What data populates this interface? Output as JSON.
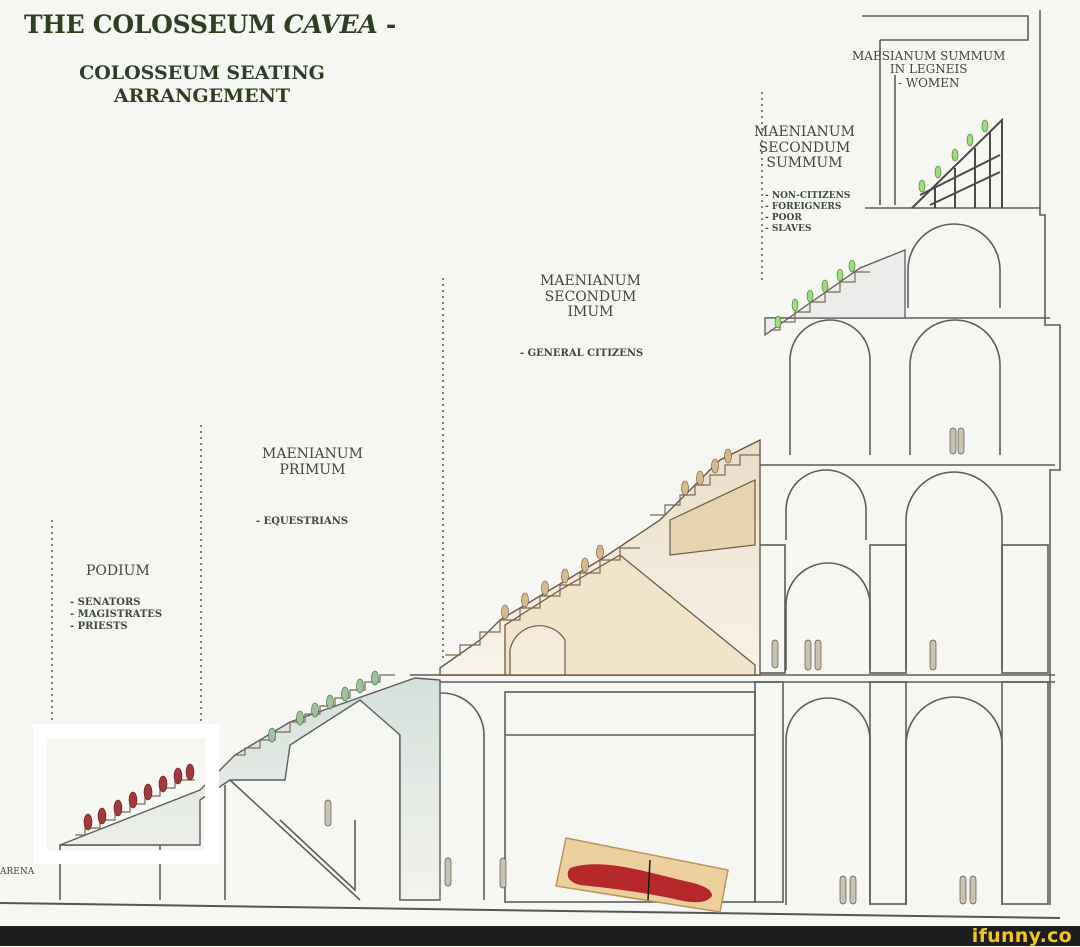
{
  "title": {
    "main": "THE COLOSSEUM ",
    "italic": "CAVEA",
    "dash": " -"
  },
  "subtitle": {
    "line1": "COLOSSEUM SEATING",
    "line2": "ARRANGEMENT"
  },
  "podium": {
    "title": "PODIUM",
    "items": [
      "- SENATORS",
      "- MAGISTRATES",
      "- PRIESTS"
    ]
  },
  "primum": {
    "line1": "MAENIANUM",
    "line2": "PRIMUM",
    "items": [
      "- EQUESTRIANS"
    ]
  },
  "imum": {
    "line1": "MAENIANUM",
    "line2": "SECONDUM",
    "line3": "IMUM",
    "items": [
      "- GENERAL CITIZENS"
    ]
  },
  "summum": {
    "line1": "MAENIANUM",
    "line2": "SECONDUM",
    "line3": "SUMMUM",
    "items": [
      "- NON-CITIZENS",
      "- FOREIGNERS",
      "- POOR",
      "- SLAVES"
    ]
  },
  "legneis": {
    "line1": "MAESIANUM SUMMUM",
    "line2": "IN LEGNEIS",
    "line3": "- WOMEN"
  },
  "arena_label": "ARENA",
  "watermark": "ifunny.co",
  "colors": {
    "text": "#3d4a34",
    "podium": "#a23a3a",
    "equestrian": "#7aa07a",
    "citizen": "#c9a878",
    "summum": "#8bd06a",
    "structure": "#5d5d5d",
    "mummy": "#b5282b"
  }
}
